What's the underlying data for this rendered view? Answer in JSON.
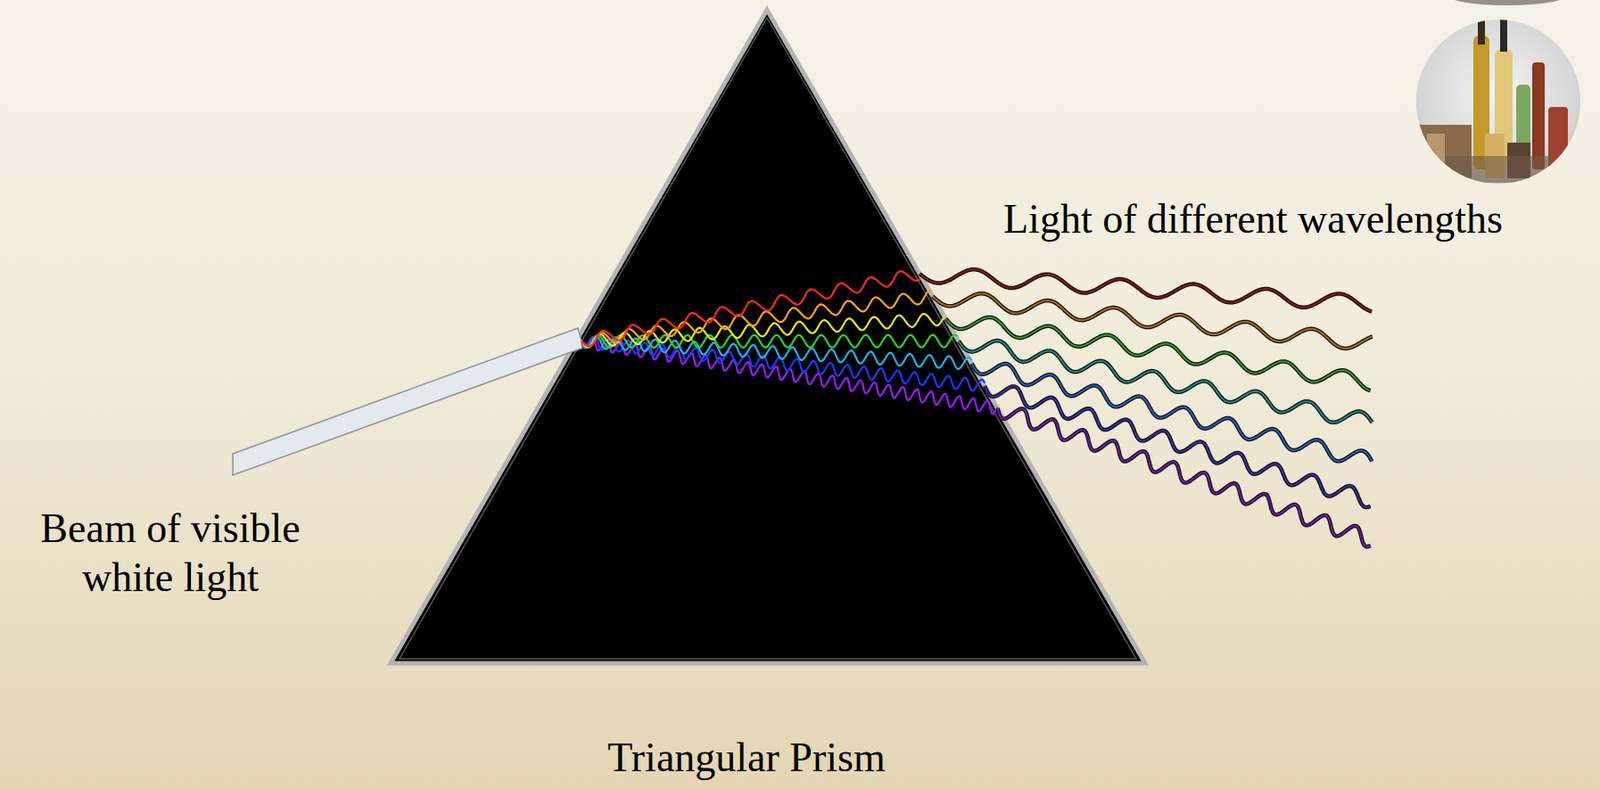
{
  "diagram": {
    "labels": [
      "Light of different wavelengths",
      "Beam of visible white light",
      "Triangular Prism"
    ]
  }
}
